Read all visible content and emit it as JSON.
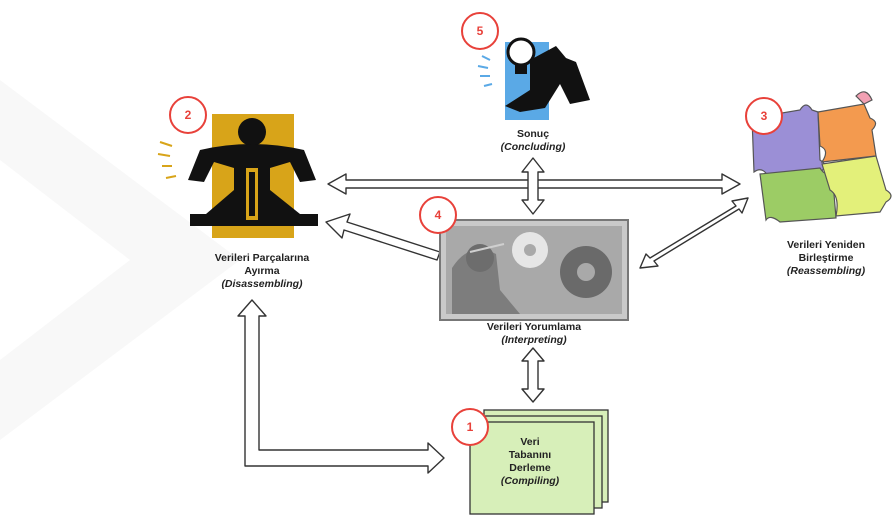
{
  "steps": {
    "compiling": {
      "number": "1",
      "tr_line1": "Veri",
      "tr_line2": "Tabanını",
      "tr_line3": "Derleme",
      "en": "(Compiling)"
    },
    "disassembling": {
      "number": "2",
      "tr_line1": "Verileri Parçalarına",
      "tr_line2": "Ayırma",
      "en": "(Disassembling)"
    },
    "reassembling": {
      "number": "3",
      "tr_line1": "Verileri Yeniden",
      "tr_line2": "Birleştirme",
      "en": "(Reassembling)"
    },
    "interpreting": {
      "number": "4",
      "tr_line1": "Verileri Yorumlama",
      "en": "(Interpreting)"
    },
    "concluding": {
      "number": "5",
      "tr_line1": "Sonuç",
      "en": "(Concluding)"
    }
  },
  "colors": {
    "badge_red": "#e8413a",
    "jackhammer_yellow": "#d8a419",
    "bulb_blue": "#5aa9e6",
    "puzzle_purple": "#9b8fd6",
    "puzzle_orange": "#f39a4f",
    "puzzle_green": "#9ccc65",
    "puzzle_pink": "#f2a0b3",
    "puzzle_yellow": "#e3f07a",
    "document_green": "#d7efb9",
    "interpreting_gray": "#8d8d8d"
  }
}
